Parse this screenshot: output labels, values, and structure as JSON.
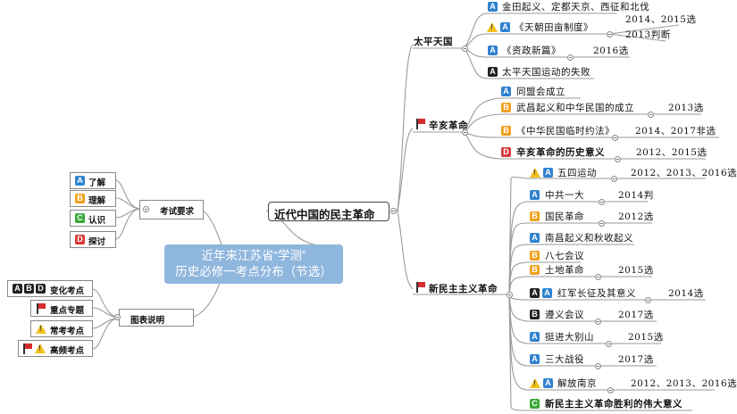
{
  "central": {
    "line1": "近年来江苏省“学测”",
    "line2": "历史必修一考点分布（节选）"
  },
  "main_topic": "近代中国的民主革命",
  "exam_box": {
    "title": "考试要求",
    "items": [
      {
        "letter": "A",
        "label": "了解"
      },
      {
        "letter": "B",
        "label": "理解"
      },
      {
        "letter": "C",
        "label": "认识"
      },
      {
        "letter": "D",
        "label": "探讨"
      }
    ]
  },
  "legend_box": {
    "title": "图表说明",
    "items": [
      {
        "letters": [
          "A",
          "B",
          "D"
        ],
        "label": "变化考点"
      },
      {
        "label": "重点专题"
      },
      {
        "label": "常考考点"
      },
      {
        "label": "高频考点"
      }
    ]
  },
  "branches": {
    "taiping": {
      "title": "太平天国",
      "items": [
        {
          "label": "金田起义、定都天京、西征和北伐",
          "note": ""
        },
        {
          "label": "《天朝田亩制度》",
          "note": "2014、2015选",
          "note2": "2013判断"
        },
        {
          "label": "《资政新篇》",
          "note": "2016选"
        },
        {
          "label": "太平天国运动的失败",
          "note": ""
        }
      ]
    },
    "xinhai": {
      "title": "辛亥革命",
      "items": [
        {
          "label": "同盟会成立",
          "note": ""
        },
        {
          "label": "武昌起义和中华民国的成立",
          "note": "2013选"
        },
        {
          "label": "《中华民国临时约法》",
          "note": "2014、2017非选"
        },
        {
          "label": "辛亥革命的历史意义",
          "note": "2012、2015选"
        }
      ]
    },
    "xinmin": {
      "title": "新民主主义革命",
      "items": [
        {
          "label": "五四运动",
          "note": "2012、2013、2016选"
        },
        {
          "label": "中共一大",
          "note": "2014判"
        },
        {
          "label": "国民革命",
          "note": "2012选"
        },
        {
          "label": "南昌起义和秋收起义",
          "note": ""
        },
        {
          "label": "八七会议",
          "note": ""
        },
        {
          "label": "土地革命",
          "note": "2015选"
        },
        {
          "label": "红军长征及其意义",
          "note": "2014选"
        },
        {
          "label": "遵义会议",
          "note": "2017选"
        },
        {
          "label": "挺进大别山",
          "note": "2015选"
        },
        {
          "label": "三大战役",
          "note": "2017选"
        },
        {
          "label": "解放南京",
          "note": "2012、2013、2016选"
        },
        {
          "label": "新民主主义革命胜利的伟大意义",
          "note": ""
        }
      ]
    }
  }
}
